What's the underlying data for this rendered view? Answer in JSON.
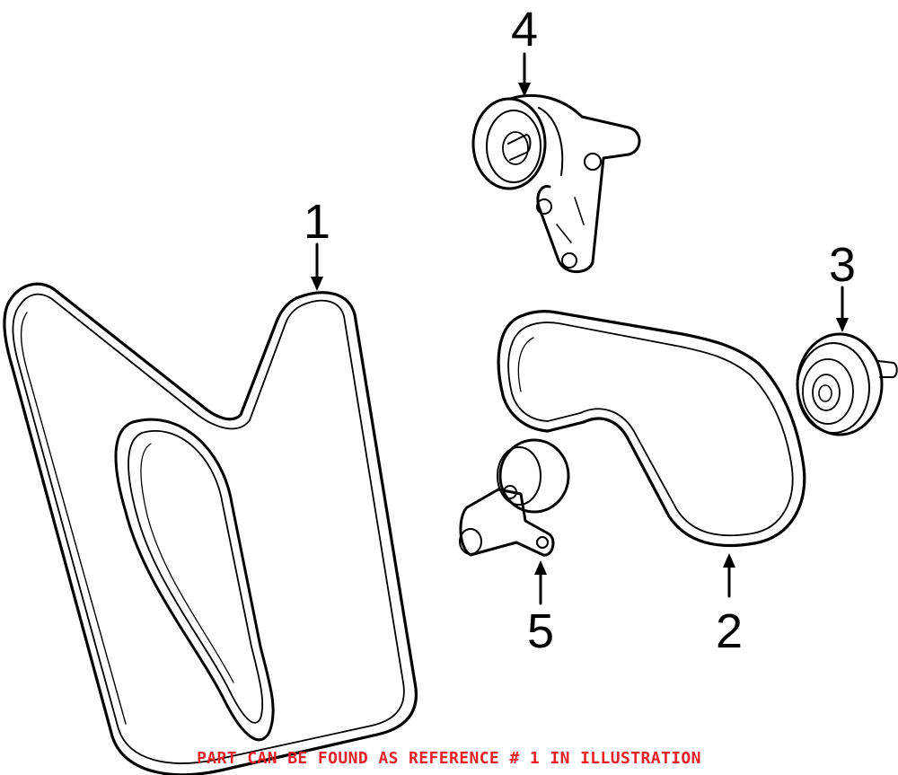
{
  "callouts": {
    "c1": "1",
    "c2": "2",
    "c3": "3",
    "c4": "4",
    "c5": "5"
  },
  "note": "PART CAN BE FOUND AS REFERENCE # 1 IN ILLUSTRATION",
  "colors": {
    "line": "#000000",
    "note": "#e8202a",
    "background": "#ffffff"
  }
}
